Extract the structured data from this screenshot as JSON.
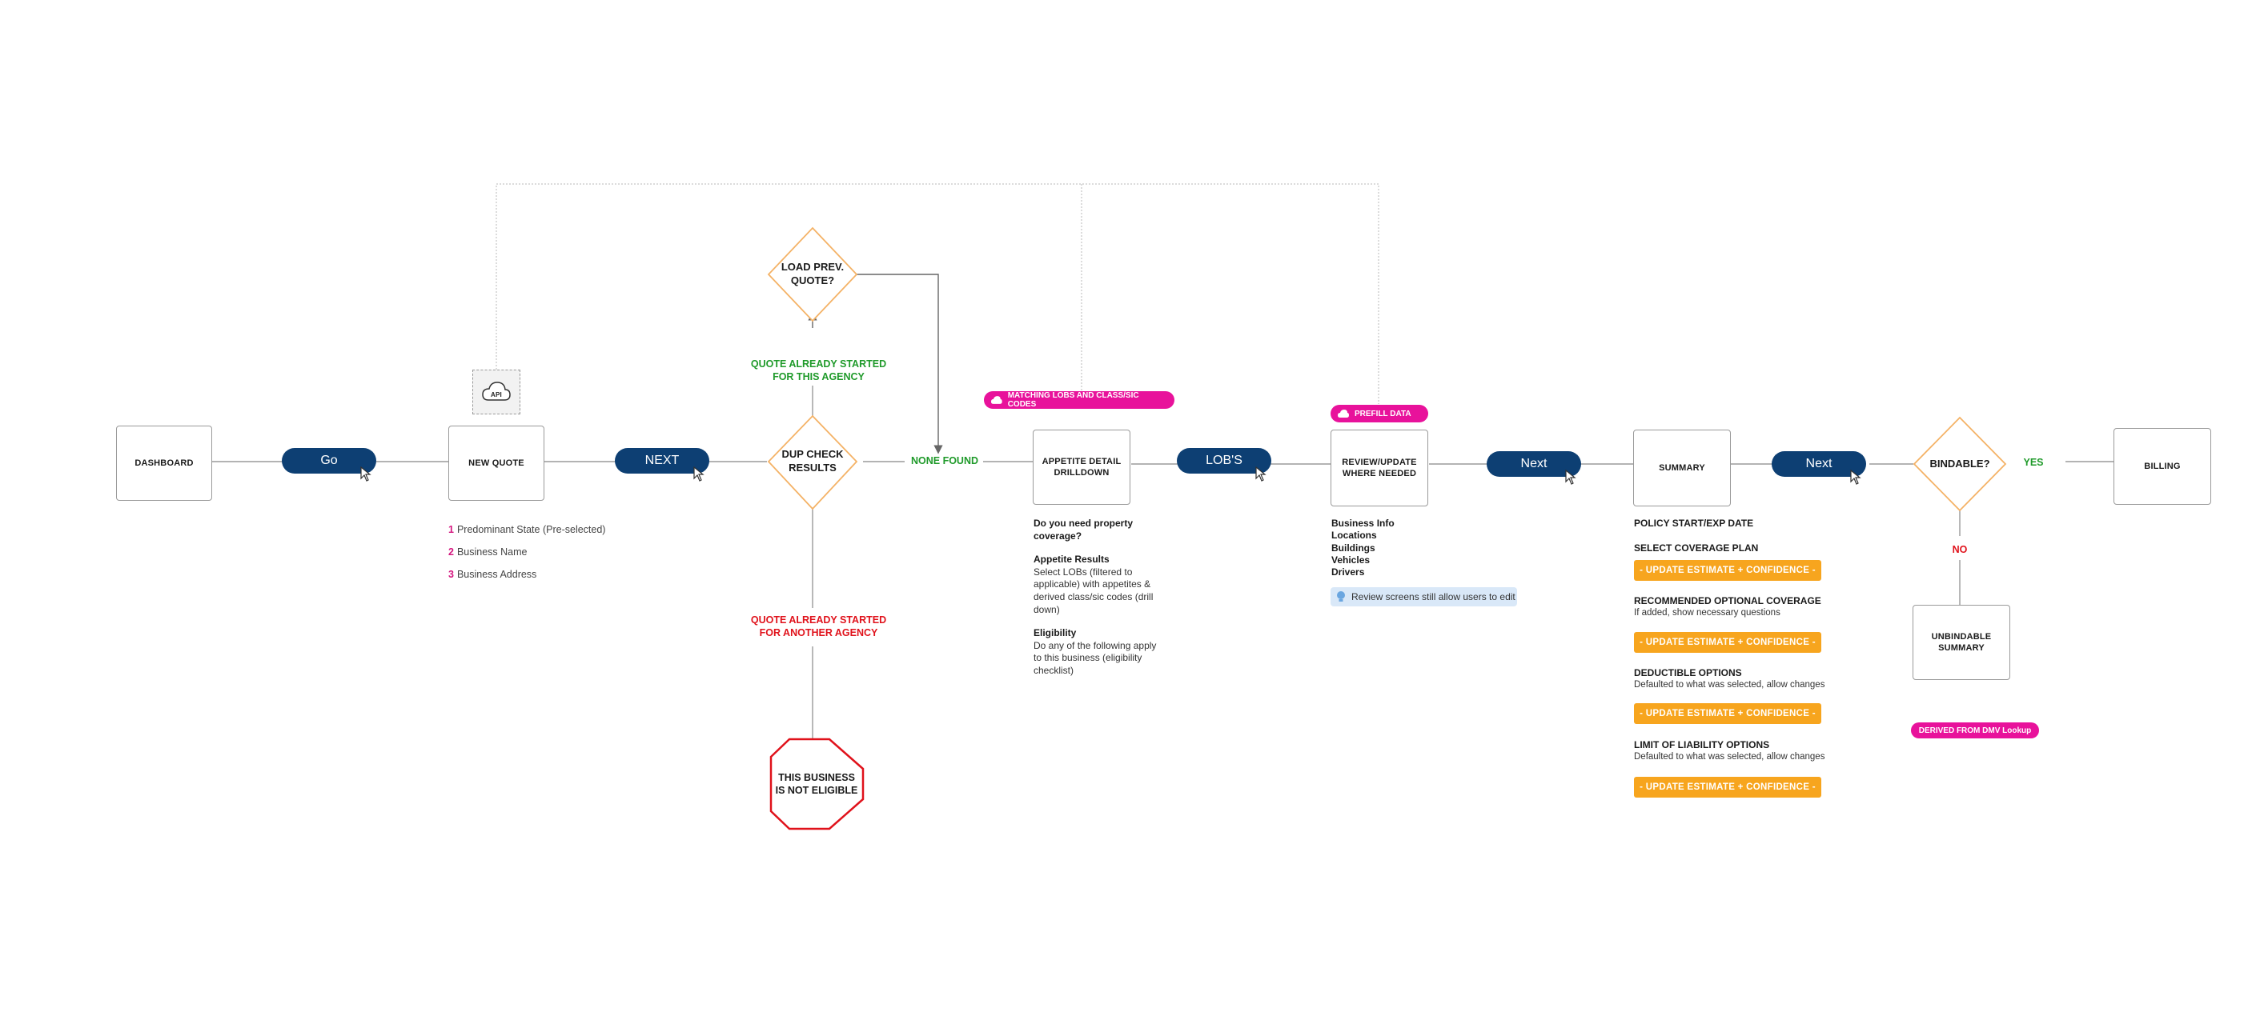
{
  "nodes": {
    "dashboard": "DASHBOARD",
    "new_quote": "NEW QUOTE",
    "api": "API",
    "load_prev": "LOAD PREV. QUOTE?",
    "dup_check": "DUP CHECK RESULTS",
    "appetite": "APPETITE DETAIL DRILLDOWN",
    "review": "REVIEW/UPDATE WHERE NEEDED",
    "summary": "SUMMARY",
    "bindable": "BINDABLE?",
    "billing": "BILLING",
    "unbindable": "UNBINDABLE SUMMARY",
    "not_eligible": "THIS BUSINESS IS NOT ELIGIBLE"
  },
  "buttons": {
    "go": "Go",
    "next1": "NEXT",
    "lobs": "LOB'S",
    "next2": "Next",
    "next3": "Next"
  },
  "edge_labels": {
    "started_this_agency": "QUOTE ALREADY STARTED FOR THIS AGENCY",
    "started_another_agency": "QUOTE ALREADY STARTED FOR ANOTHER AGENCY",
    "none_found": "NONE FOUND",
    "yes": "YES",
    "no": "NO"
  },
  "new_quote_fields": [
    {
      "num": "1",
      "text": "Predominant State (Pre-selected)"
    },
    {
      "num": "2",
      "text": "Business Name"
    },
    {
      "num": "3",
      "text": "Business Address"
    }
  ],
  "tags": {
    "matching": "MATCHING LOBS AND CLASS/SIC CODES",
    "prefill": "PREFILL DATA",
    "dmv": "DERIVED FROM DMV Lookup"
  },
  "appetite_notes": {
    "q1": "Do you need property coverage?",
    "results_title": "Appetite Results",
    "results_body": "Select LOBs (filtered to applicable) with appetites & derived class/sic codes (drill down)",
    "elig_title": "Eligibility",
    "elig_body": "Do any of the following apply to this business (eligibility checklist)"
  },
  "review_notes": [
    "Business Info",
    "Locations",
    "Buildings",
    "Vehicles",
    "Drivers"
  ],
  "review_hint": "Review screens still allow users to edit",
  "summary_notes": {
    "policy_dates": "POLICY START/EXP DATE",
    "coverage_plan": "SELECT COVERAGE PLAN",
    "estimate_label": "- UPDATE ESTIMATE + CONFIDENCE -",
    "optional_title": "RECOMMENDED OPTIONAL COVERAGE",
    "optional_sub": "If added, show necessary questions",
    "deductible_title": "DEDUCTIBLE OPTIONS",
    "deductible_sub": "Defaulted to what was selected, allow changes",
    "liability_title": "LIMIT OF LIABILITY OPTIONS",
    "liability_sub": "Defaulted to what was selected, allow changes"
  },
  "colors": {
    "button_blue": "#0d3f73",
    "tag_pink": "#e8129b",
    "estimate_orange": "#f7a51e",
    "diamond_orange": "#f4b266",
    "yes_green": "#1f9a2a",
    "no_red": "#e0121b"
  }
}
